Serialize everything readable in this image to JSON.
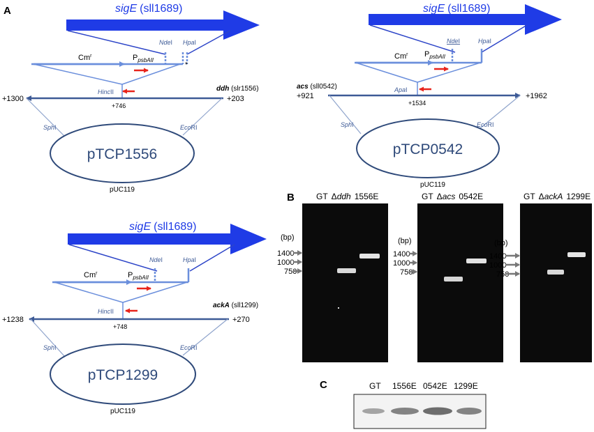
{
  "panels": {
    "a": "A",
    "b": "B",
    "c": "C"
  },
  "gene": {
    "name": "sigE",
    "locus": "(sll1689)"
  },
  "sites": {
    "nde": "Nde",
    "hpa": "Hpa",
    "hinc": "Hinc",
    "apa": "Apa",
    "sph": "Sph",
    "eco": "Eco",
    "roman1": "I",
    "roman2": "II",
    "eco_suffix": "RI"
  },
  "cassette": {
    "cm": "Cm",
    "cm_sup": "r",
    "p": "P",
    "p_sub": "psbAII",
    "asterisk": "*"
  },
  "constructs": [
    {
      "gene": "ddh",
      "locus": " (slr1556)",
      "left": "+1300",
      "right": "+203",
      "mid": "+746",
      "plasmid": "pTCP1556",
      "vector": "pUC119"
    },
    {
      "gene": "acs",
      "locus": " (sll0542)",
      "left": "+921",
      "right": "+1962",
      "mid": "+1534",
      "plasmid": "pTCP0542",
      "vector": "pUC119"
    },
    {
      "gene": "ackA",
      "locus": " (sll1299)",
      "left": "+1238",
      "right": "+270",
      "mid": "+748",
      "plasmid": "pTCP1299",
      "vector": "pUC119"
    }
  ],
  "gels": [
    {
      "gt": "GT",
      "delta": "Δ",
      "gene": "ddh",
      "lane": "1556E"
    },
    {
      "gt": "GT",
      "delta": "Δ",
      "gene": "acs",
      "lane": "0542E"
    },
    {
      "gt": "GT",
      "delta": "Δ",
      "gene": "ackA",
      "lane": "1299E"
    }
  ],
  "ladder": {
    "unit": "(bp)",
    "marks": [
      "1400",
      "1000",
      "750"
    ]
  },
  "western": {
    "lanes": [
      "GT",
      "1556E",
      "0542E",
      "1299E"
    ]
  },
  "colors": {
    "sigE": "#1f3be6",
    "cassette": "#6b8fdc",
    "genomic": "#3d5a96",
    "arrow": "#e8241b",
    "plasmid": "#2f4a7a"
  }
}
